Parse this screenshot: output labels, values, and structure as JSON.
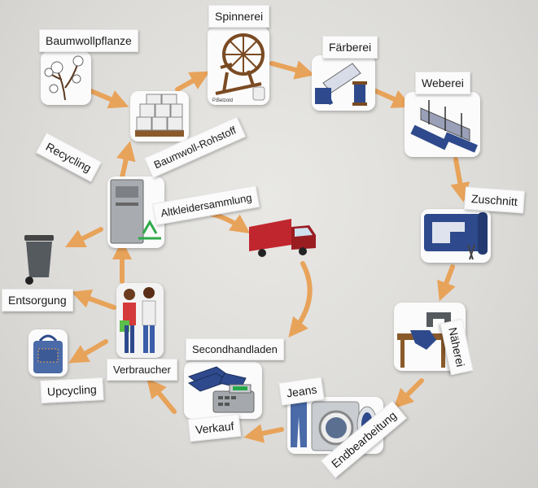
{
  "labels": {
    "baumwollpflanze": "Baumwollpflanze",
    "spinnerei": "Spinnerei",
    "faerberei": "Färberei",
    "weberei": "Weberei",
    "zuschnitt": "Zuschnitt",
    "naeherei": "Näherei",
    "jeans": "Jeans",
    "endbearbeitung": "Endbearbeitung",
    "verkauf": "Verkauf",
    "verbraucher": "Verbraucher",
    "upcycling": "Upcycling",
    "entsorgung": "Entsorgung",
    "recycling": "Recycling",
    "baumwoll_rohstoff": "Baumwoll-Rohstoff",
    "altkleidersammlung": "Altkleidersammlung",
    "secondhandladen": "Secondhandladen"
  },
  "card_text": {
    "spinnrad_brand": "P.Betzold"
  },
  "colors": {
    "arrow": "#e8a35a",
    "denim": "#2e4a8c",
    "recycle_green": "#2eaa4a",
    "truck_red": "#c0262d",
    "bin_gray": "#555a5f"
  }
}
